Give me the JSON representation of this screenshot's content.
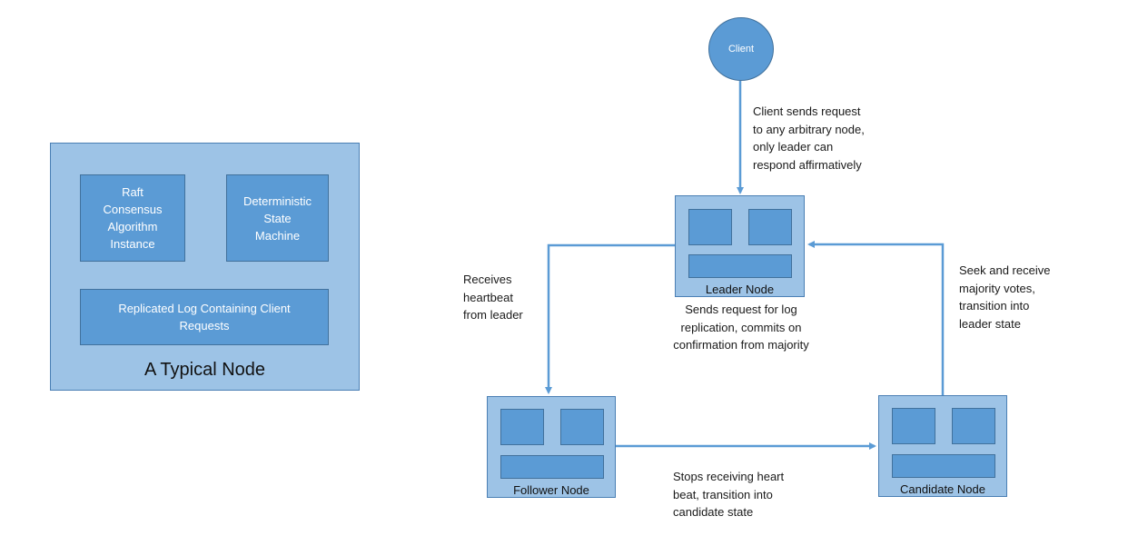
{
  "typical_node": {
    "title": "A Typical Node",
    "raft_box": "Raft\nConsensus\nAlgorithm\nInstance",
    "state_machine_box": "Deterministic\nState\nMachine",
    "log_box": "Replicated Log Containing Client\nRequests"
  },
  "client": {
    "label": "Client"
  },
  "nodes": {
    "leader": "Leader Node",
    "follower": "Follower Node",
    "candidate": "Candidate Node"
  },
  "annotations": {
    "client_request": "Client sends request\nto any arbitrary node,\nonly leader can\nrespond affirmatively",
    "heartbeat": "Receives\nheartbeat\nfrom leader",
    "log_replication": "Sends request for log\nreplication, commits on\nconfirmation from majority",
    "majority_votes": "Seek and receive\nmajority votes,\ntransition into\nleader state",
    "stops_heartbeat": "Stops receiving heart\nbeat, transition into\ncandidate state"
  },
  "colors": {
    "node_fill": "#9dc3e6",
    "inner_fill": "#5b9bd5",
    "arrow": "#5b9bd5"
  }
}
